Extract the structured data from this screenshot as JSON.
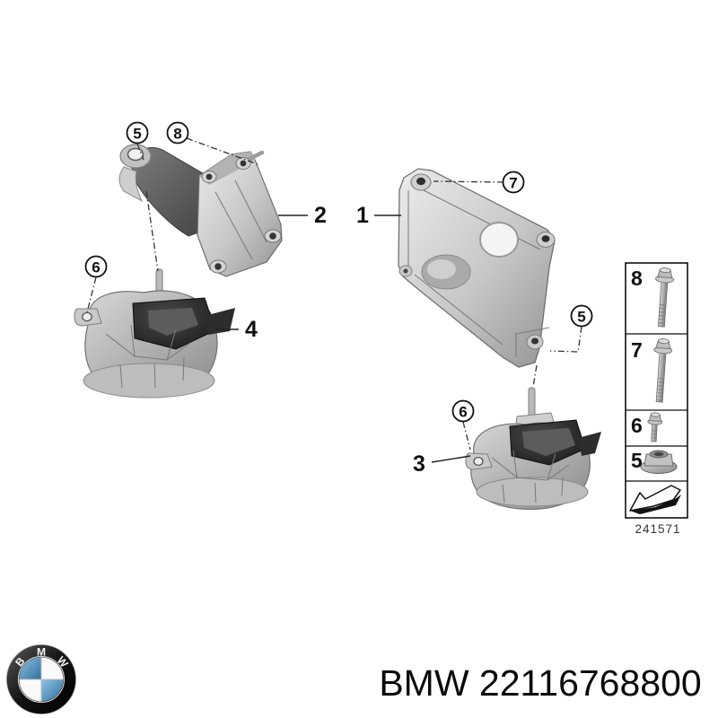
{
  "figure": {
    "type": "exploded-parts-diagram",
    "subject": "BMW engine mounting brackets and mounts",
    "callouts": [
      {
        "id": "callout-5-left",
        "number": "5"
      },
      {
        "id": "callout-8",
        "number": "8"
      },
      {
        "id": "callout-6-left",
        "number": "6"
      },
      {
        "id": "callout-7",
        "number": "7"
      },
      {
        "id": "callout-5-right",
        "number": "5"
      },
      {
        "id": "callout-6-right",
        "number": "6"
      }
    ],
    "part_labels": [
      {
        "id": "part-2",
        "number": "2"
      },
      {
        "id": "part-1",
        "number": "1"
      },
      {
        "id": "part-4",
        "number": "4"
      },
      {
        "id": "part-3",
        "number": "3"
      }
    ],
    "legend": {
      "rows": [
        {
          "number": "8",
          "icon": "flange-bolt-medium-icon"
        },
        {
          "number": "7",
          "icon": "flange-bolt-long-icon"
        },
        {
          "number": "6",
          "icon": "flange-bolt-short-icon"
        },
        {
          "number": "5",
          "icon": "flange-nut-icon"
        }
      ],
      "arrow_icon": "direction-arrow-icon",
      "drawing_number": "241571"
    }
  },
  "footer": {
    "logo": "bmw-roundel",
    "roundel_letters": [
      "B",
      "M",
      "W"
    ],
    "part_text": "BMW 22116768800"
  },
  "colors": {
    "background": "#ffffff",
    "line": "#111111",
    "bmw_blue": "#2f6f9f"
  }
}
